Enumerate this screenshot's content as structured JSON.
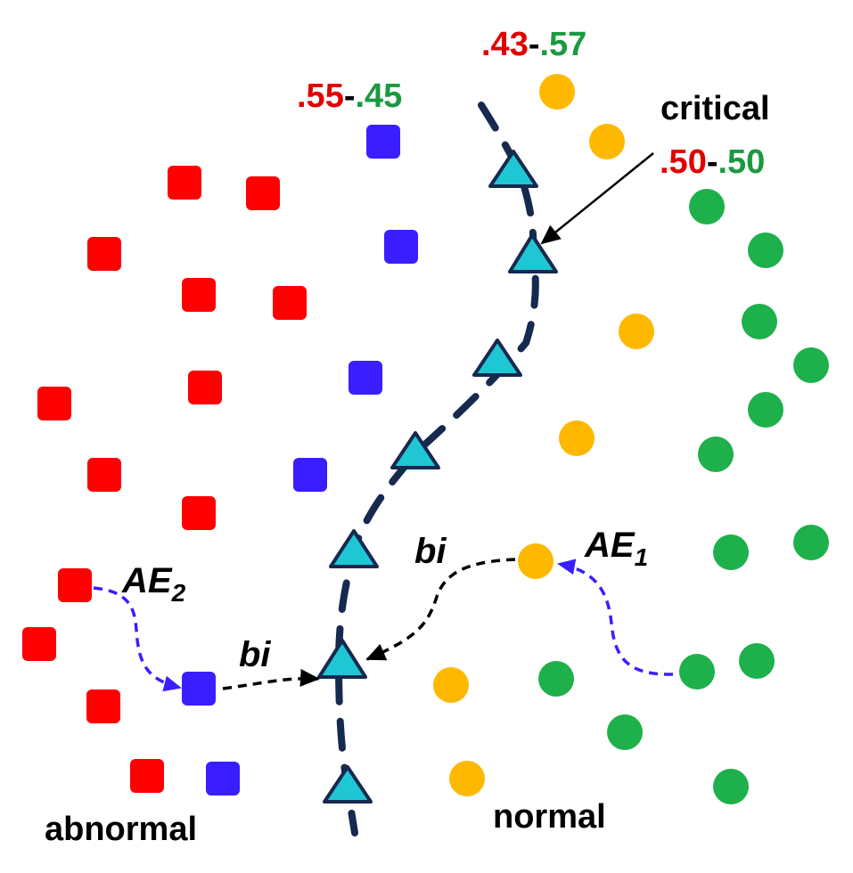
{
  "colors": {
    "abnormal": "#ff0000",
    "adversarial": "#3a1eff",
    "normal": "#1db04b",
    "adversarial_normal": "#ffb800",
    "boundary_point": "#1fc7d4",
    "boundary_line": "#16294f",
    "ae_arrow": "#3a1eff",
    "bi_arrow": "#000000",
    "red_text": "#e00000",
    "green_text": "#1a9a40"
  },
  "labels": {
    "abnormal": "abnormal",
    "normal": "normal",
    "critical": "critical",
    "ae1": "AE",
    "ae1_sub": "1",
    "ae2": "AE",
    "ae2_sub": "2",
    "bi_left": "bi",
    "bi_right": "bi"
  },
  "probabilities": {
    "left": {
      "red": ".55",
      "sep": "-",
      "green": ".45"
    },
    "top": {
      "red": ".43",
      "sep": "-",
      "green": ".57"
    },
    "critical": {
      "red": ".50",
      "sep": "-",
      "green": ".50"
    }
  }
}
